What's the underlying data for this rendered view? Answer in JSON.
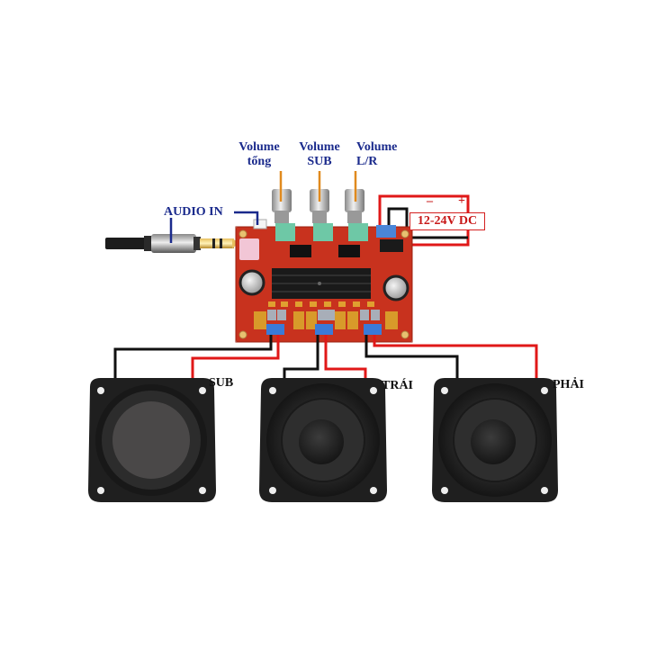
{
  "diagram": {
    "title": "2.1 amplifier board wiring",
    "knobs": [
      {
        "line1": "Volume",
        "line2": "tổng"
      },
      {
        "line1": "Volume",
        "line2": "SUB"
      },
      {
        "line1": "Volume",
        "line2": "L/R"
      }
    ],
    "audio_in_label": "AUDIO IN",
    "power": {
      "label": "12-24V DC",
      "minus": "–",
      "plus": "+"
    },
    "speakers": [
      {
        "label": "SUB",
        "type": "subwoofer"
      },
      {
        "label": "TRÁI",
        "type": "full-range"
      },
      {
        "label": "PHẢI",
        "type": "full-range"
      }
    ],
    "colors": {
      "label_blue": "#1a2a8c",
      "wire_red": "#e01818",
      "wire_black": "#111111",
      "leader_orange": "#e08a1e",
      "board_red": "#c8321e"
    }
  }
}
